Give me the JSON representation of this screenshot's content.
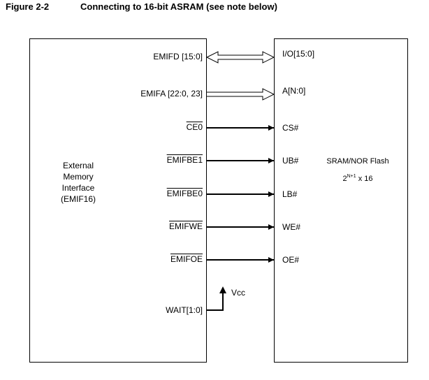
{
  "figure": {
    "number": "Figure 2-2",
    "title": "Connecting to 16-bit ASRAM (see note below)"
  },
  "left_block": {
    "lines": [
      "External",
      "Memory",
      "Interface",
      "(EMIF16)"
    ]
  },
  "right_block": {
    "name": "SRAM/NOR Flash",
    "size_base": "2",
    "size_exp": "N+1",
    "size_suffix": " x 16"
  },
  "signals": {
    "emifd": {
      "left": "EMIFD [15:0]",
      "right": "I/O[15:0]"
    },
    "emifa": {
      "left": "EMIFA [22:0, 23]",
      "right": "A[N:0]"
    },
    "ce0": {
      "left": "CE0",
      "right": "CS#"
    },
    "be1": {
      "left": "EMIFBE1",
      "right": "UB#"
    },
    "be0": {
      "left": "EMIFBE0",
      "right": "LB#"
    },
    "we": {
      "left": "EMIFWE",
      "right": "WE#"
    },
    "oe": {
      "left": "EMIFOE",
      "right": "OE#"
    },
    "wait": {
      "left": "WAIT[1:0]",
      "pullup": "Vcc"
    }
  }
}
